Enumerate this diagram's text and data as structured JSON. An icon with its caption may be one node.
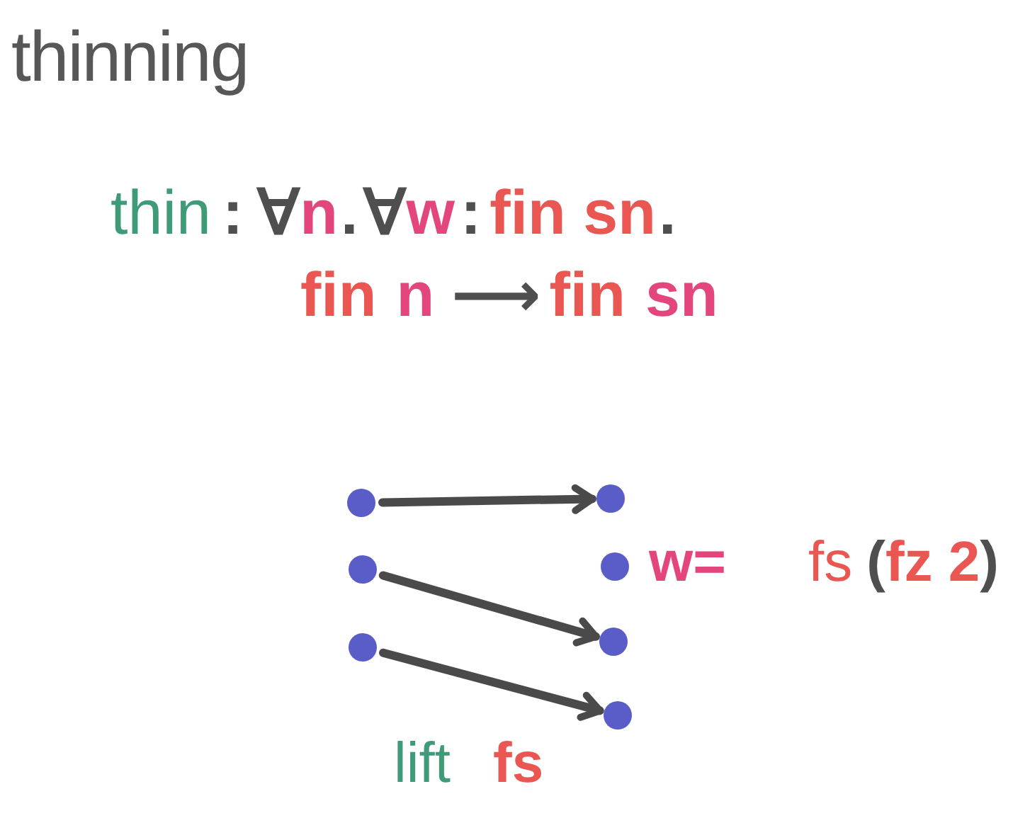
{
  "diagram": {
    "title": "thinning",
    "nodes": [
      {
        "text": [],
        "shape": "circle"
      },
      {
        "text": [],
        "shape": "circle"
      },
      {
        "text": [],
        "shape": "circle"
      },
      {
        "text": [],
        "shape": "circle"
      },
      {
        "text": [],
        "shape": "circle"
      },
      {
        "text": [],
        "shape": "circle"
      },
      {
        "text": [],
        "shape": "circle"
      }
    ],
    "edges": [
      {
        "from": 0,
        "to": 3,
        "arrow": "to"
      },
      {
        "from": 1,
        "to": 5,
        "arrow": "to"
      },
      {
        "from": 2,
        "to": 6,
        "arrow": "to"
      }
    ],
    "labels": [
      "thin",
      ":",
      "∀",
      "n",
      ".",
      "∀",
      "w",
      ":",
      "fin sn",
      ".",
      "fin",
      "n",
      "⟶",
      "fin",
      "sn",
      "w=",
      "fs",
      "(",
      "fz 2",
      ")",
      "lift",
      "fs"
    ]
  }
}
